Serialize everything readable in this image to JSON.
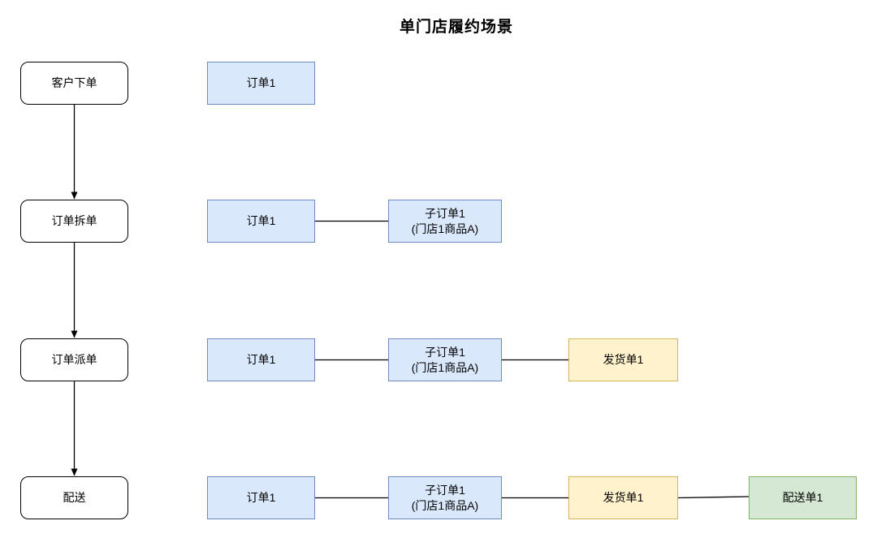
{
  "title": "单门店履约场景",
  "colors": {
    "order_fill": "#dae8fc",
    "order_stroke": "#6c8ebf",
    "shipment_fill": "#fff2cc",
    "shipment_stroke": "#d6b656",
    "delivery_fill": "#d5e8d4",
    "delivery_stroke": "#82b366",
    "step_fill": "#ffffff",
    "step_stroke": "#000000",
    "edge": "#000000"
  },
  "steps": [
    {
      "label": "客户下单"
    },
    {
      "label": "订单拆单"
    },
    {
      "label": "订单派单"
    },
    {
      "label": "配送"
    }
  ],
  "rows": [
    {
      "order": "订单1"
    },
    {
      "order": "订单1",
      "suborder_line1": "子订单1",
      "suborder_line2": "(门店1商品A)"
    },
    {
      "order": "订单1",
      "suborder_line1": "子订单1",
      "suborder_line2": "(门店1商品A)",
      "shipment": "发货单1"
    },
    {
      "order": "订单1",
      "suborder_line1": "子订单1",
      "suborder_line2": "(门店1商品A)",
      "shipment": "发货单1",
      "delivery": "配送单1"
    }
  ]
}
